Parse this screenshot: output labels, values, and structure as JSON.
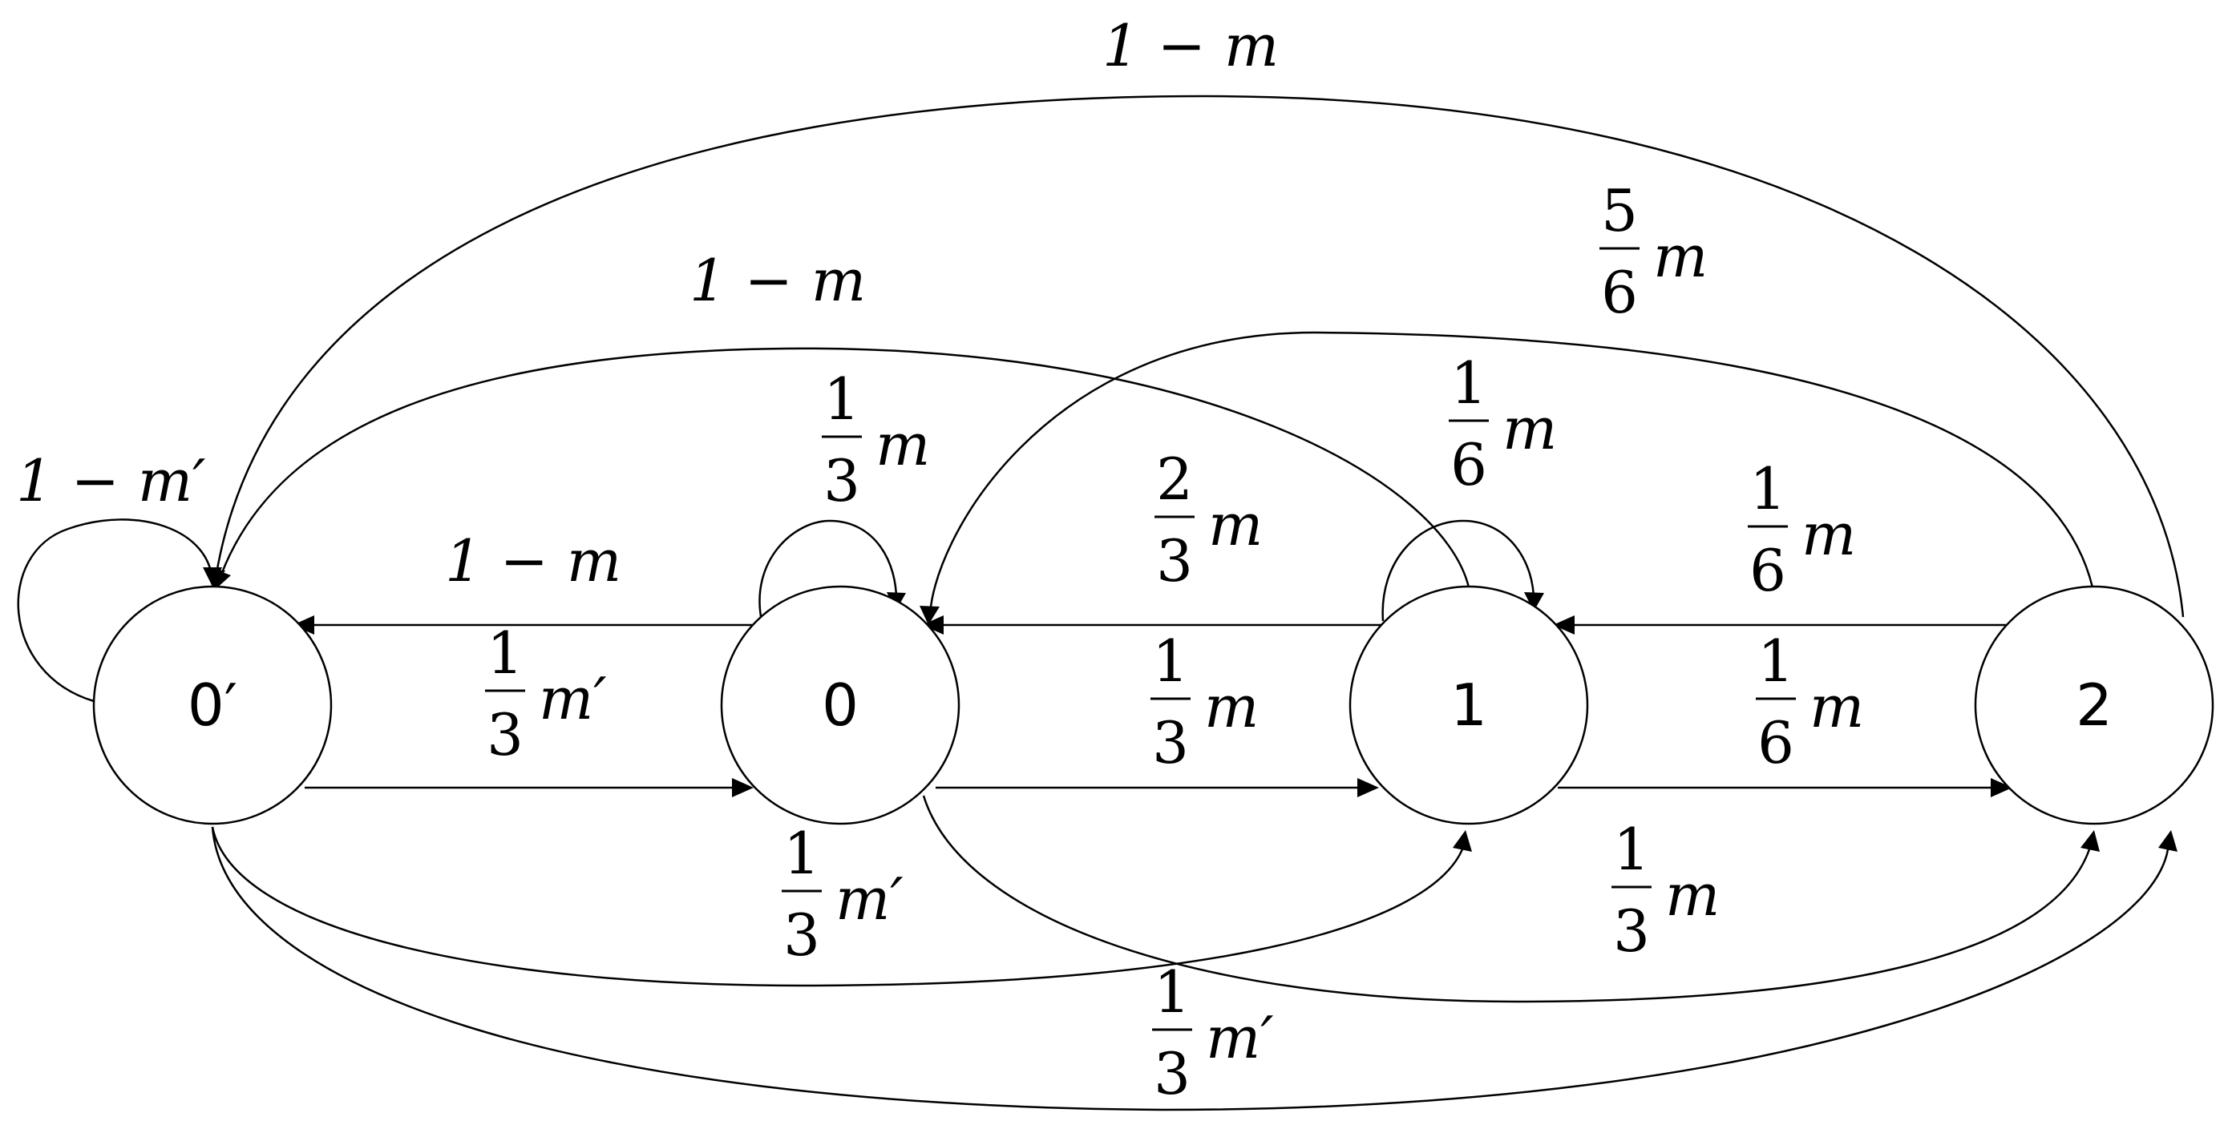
{
  "nodes": [
    {
      "id": "n0p",
      "label": "0′"
    },
    {
      "id": "n0",
      "label": "0"
    },
    {
      "id": "n1",
      "label": "1"
    },
    {
      "id": "n2",
      "label": "2"
    }
  ],
  "edges": {
    "loop_0p": {
      "from": "0′",
      "to": "0′",
      "num": "",
      "den": "",
      "expr": "1 − m′"
    },
    "e_2_0p_top": {
      "from": "2",
      "to": "0′",
      "num": "",
      "den": "",
      "expr": "1 − m"
    },
    "e_2_0": {
      "from": "2",
      "to": "0",
      "num": "5",
      "den": "6",
      "expr": "m"
    },
    "e_1_0p": {
      "from": "1",
      "to": "0′",
      "num": "",
      "den": "",
      "expr": "1 − m"
    },
    "loop_0": {
      "from": "0",
      "to": "0",
      "num": "1",
      "den": "3",
      "expr": "m"
    },
    "loop_1": {
      "from": "1",
      "to": "1",
      "num": "1",
      "den": "6",
      "expr": "m"
    },
    "e_0_0p": {
      "from": "0",
      "to": "0′",
      "num": "",
      "den": "",
      "expr": "1 − m"
    },
    "e_1_0": {
      "from": "1",
      "to": "0",
      "num": "2",
      "den": "3",
      "expr": "m"
    },
    "e_2_1": {
      "from": "2",
      "to": "1",
      "num": "1",
      "den": "6",
      "expr": "m"
    },
    "e_0p_0": {
      "from": "0′",
      "to": "0",
      "num": "1",
      "den": "3",
      "expr": "m′"
    },
    "e_0_1": {
      "from": "0",
      "to": "1",
      "num": "1",
      "den": "3",
      "expr": "m"
    },
    "e_1_2": {
      "from": "1",
      "to": "2",
      "num": "1",
      "den": "6",
      "expr": "m"
    },
    "e_0p_1": {
      "from": "0′",
      "to": "1",
      "num": "1",
      "den": "3",
      "expr": "m′"
    },
    "e_0_2": {
      "from": "0",
      "to": "2",
      "num": "1",
      "den": "3",
      "expr": "m"
    },
    "e_0p_2": {
      "from": "0′",
      "to": "2",
      "num": "1",
      "den": "3",
      "expr": "m′"
    }
  }
}
